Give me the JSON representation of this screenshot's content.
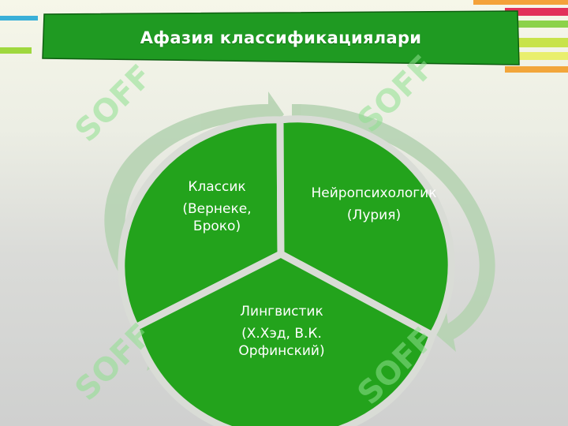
{
  "title": "Афазия классификациялари",
  "segments": [
    {
      "name": "Классик",
      "authors": "(Вернеке, Броко)",
      "authors_lines": [
        "(Вернеке,",
        "Броко)"
      ]
    },
    {
      "name": "Нейропсихологик",
      "authors": "(Лурия)",
      "authors_lines": [
        "(Лурия)"
      ]
    },
    {
      "name": "Лингвистик",
      "authors": "(Х.Хэд, В.К. Орфинский)",
      "authors_lines": [
        "(Х.Хэд, В.К.",
        "Орфинский)"
      ]
    }
  ],
  "watermark": "SOFF",
  "colors": {
    "segment_fill": "#23a31c",
    "banner_fill": "#1f9a22",
    "arrow_fill": "#b6d3b2",
    "watermark": "#8fe08f"
  }
}
